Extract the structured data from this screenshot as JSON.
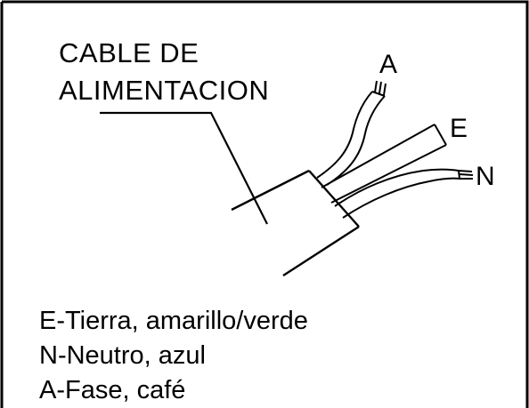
{
  "diagram": {
    "title_lines": [
      "CABLE DE",
      "ALIMENTACION"
    ],
    "wire_labels": {
      "phase": "A",
      "earth": "E",
      "neutral": "N"
    },
    "legend": [
      "E-Tierra, amarillo/verde",
      "N-Neutro, azul",
      "A-Fase, café"
    ]
  }
}
